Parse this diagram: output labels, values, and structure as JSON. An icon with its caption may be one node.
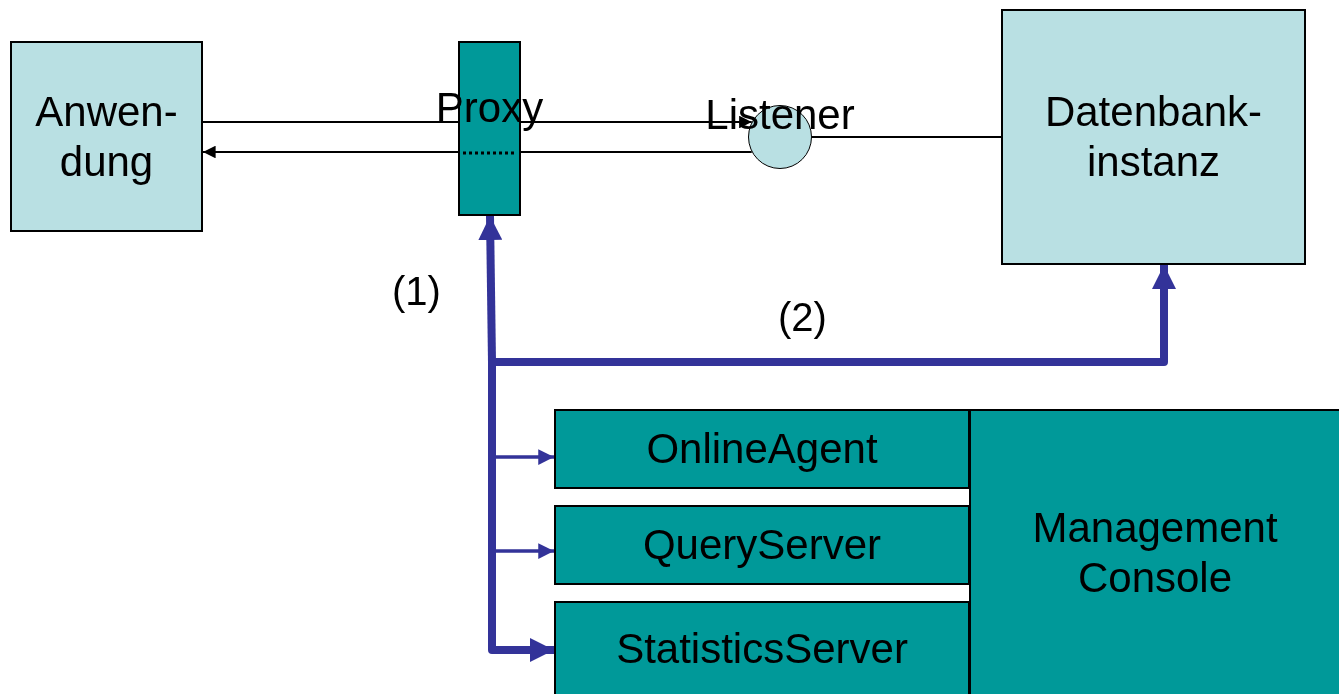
{
  "diagram": {
    "nodes": [
      {
        "text": [
          "Anwen- dung"
        ]
      },
      {
        "text": [
          "Proxy"
        ]
      },
      {
        "text": [
          "Listener"
        ]
      },
      {
        "text": [
          "Datenbank- instanz"
        ]
      },
      {
        "text": [
          "OnlineAgent"
        ]
      },
      {
        "text": [
          "QueryServer"
        ]
      },
      {
        "text": [
          "StatisticsServer"
        ]
      },
      {
        "text": [
          "Management Console"
        ]
      }
    ],
    "edges": [
      {
        "from": 0,
        "to": 1,
        "arrow": "none",
        "color": "#000000"
      },
      {
        "from": 1,
        "to": 2,
        "arrow": "to",
        "color": "#000000"
      },
      {
        "from": 2,
        "to": 1,
        "arrow": "none",
        "color": "#000000"
      },
      {
        "from": 1,
        "to": 0,
        "arrow": "to",
        "color": "#000000"
      },
      {
        "from": 2,
        "to": 3,
        "arrow": "none",
        "color": "#000000"
      },
      {
        "from": null,
        "to": 1,
        "arrow": "to",
        "label": "(1)",
        "style": "thick",
        "color": "#333399"
      },
      {
        "from": null,
        "to": 3,
        "arrow": "to",
        "label": "(2)",
        "style": "thick",
        "color": "#333399"
      },
      {
        "from": null,
        "to": 4,
        "arrow": "to",
        "color": "#333399"
      },
      {
        "from": null,
        "to": 5,
        "arrow": "to",
        "color": "#333399"
      },
      {
        "from": null,
        "to": 6,
        "arrow": "to",
        "style": "thick",
        "color": "#333399"
      }
    ]
  }
}
